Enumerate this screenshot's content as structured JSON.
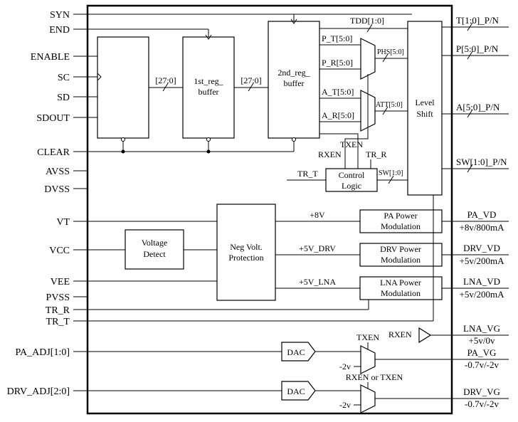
{
  "left_signals": {
    "syn": "SYN",
    "end": "END",
    "enable": "ENABLE",
    "sc": "SC",
    "sd": "SD",
    "sdout": "SDOUT",
    "clear": "CLEAR",
    "avss": "AVSS",
    "dvss": "DVSS",
    "vt": "VT",
    "vcc": "VCC",
    "vee": "VEE",
    "pvss": "PVSS",
    "tr_r": "TR_R",
    "tr_t": "TR_T",
    "pa_adj": "PA_ADJ[1:0]",
    "drv_adj": "DRV_ADJ[2:0]"
  },
  "right_signals": {
    "t": "T[1:0]_P/N",
    "p": "P[5:0]_P/N",
    "a": "A[5:0]_P/N",
    "sw": "SW[1:0]_P/N",
    "pa_vd": "PA_VD",
    "pa_vd_spec": "+8v/800mA",
    "drv_vd": "DRV_VD",
    "drv_vd_spec": "+5v/200mA",
    "lna_vd": "LNA_VD",
    "lna_vd_spec": "+5v/200mA",
    "lna_vg": "LNA_VG",
    "lna_vg_spec": "+5v/0v",
    "pa_vg": "PA_VG",
    "pa_vg_spec": "-0.7v/-2v",
    "drv_vg": "DRV_VG",
    "drv_vg_spec": "-0.7v/-2v"
  },
  "blocks": {
    "reg1_line1": "1st_reg_",
    "reg1_line2": "buffer",
    "reg2_line1": "2nd_reg_",
    "reg2_line2": "buffer",
    "level_shift_line1": "Level",
    "level_shift_line2": "Shift",
    "control_line1": "Control",
    "control_line2": "Logic",
    "voltage_detect_line1": "Voltage",
    "voltage_detect_line2": "Detect",
    "negvolt_line1": "Neg Volt.",
    "negvolt_line2": "Protection",
    "pa_power_line1": "PA Power",
    "pa_power_line2": "Modulation",
    "drv_power_line1": "DRV Power",
    "drv_power_line2": "Modulation",
    "lna_power_line1": "LNA Power",
    "lna_power_line2": "Modulation",
    "dac1": "DAC",
    "dac2": "DAC"
  },
  "internal": {
    "bus1": "[27:0]",
    "bus2": "[27:0]",
    "tdd": "TDD[1:0]",
    "p_t": "P_T[5:0]",
    "p_r": "P_R[5:0]",
    "a_t": "A_T[5:0]",
    "a_r": "A_R[5:0]",
    "phs": "PHS[5:0]",
    "att": "ATT[5:0]",
    "txen": "TXEN",
    "rxen": "RXEN",
    "tr_r": "TR_R",
    "tr_t": "TR_T",
    "sw": "SW[1:0]",
    "rail_8v": "+8V",
    "rail_drv": "+5V_DRV",
    "rail_lna": "+5V_LNA",
    "txen_mux": "TXEN",
    "rxen_buf": "RXEN",
    "rxen_or_txen": "RXEN or TXEN",
    "neg2v_a": "-2v",
    "neg2v_b": "-2v"
  }
}
